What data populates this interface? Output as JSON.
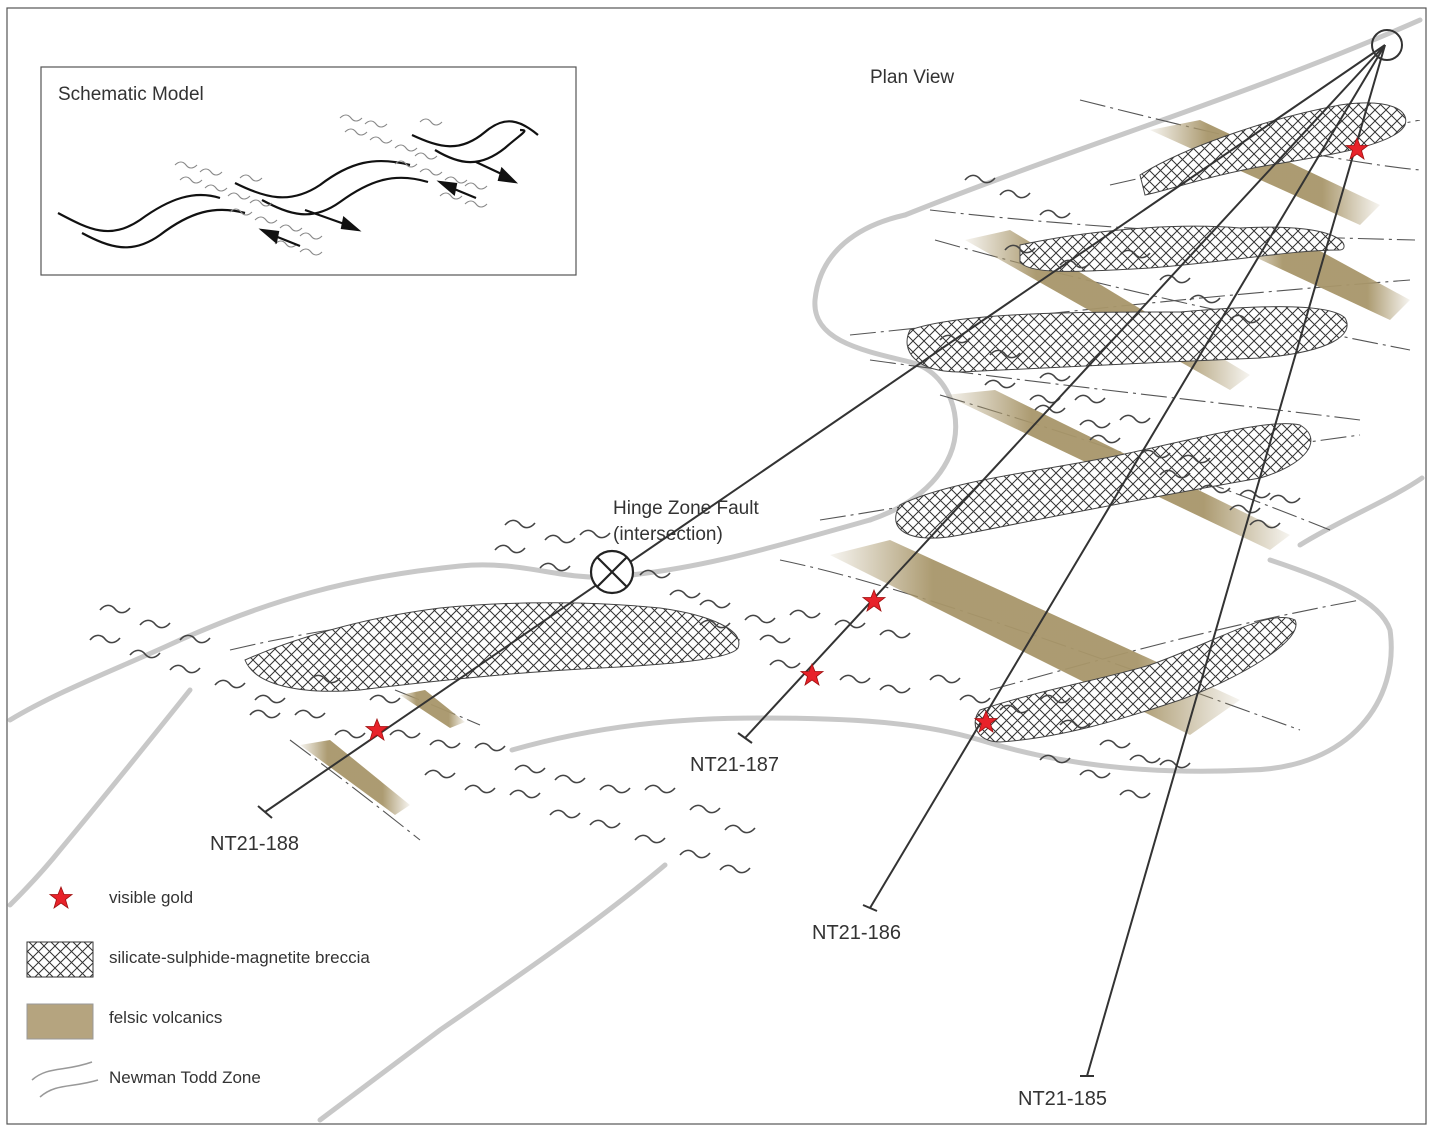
{
  "view_title": "Plan View",
  "inset_title": "Schematic Model",
  "hinge_label_line1": "Hinge Zone Fault",
  "hinge_label_line2": "(intersection)",
  "drill_holes": [
    {
      "id": "NT21-188",
      "label": "NT21-188"
    },
    {
      "id": "NT21-187",
      "label": "NT21-187"
    },
    {
      "id": "NT21-186",
      "label": "NT21-186"
    },
    {
      "id": "NT21-185",
      "label": "NT21-185"
    }
  ],
  "legend": [
    {
      "key": "visible-gold",
      "label": "visible gold",
      "color": "#e8222a"
    },
    {
      "key": "breccia",
      "label": "silicate-sulphide-magnetite breccia",
      "color": "#333333"
    },
    {
      "key": "felsic",
      "label": "felsic volcanics",
      "color": "#b5a47f"
    },
    {
      "key": "ntz",
      "label": "Newman Todd Zone",
      "color": "#999999"
    }
  ],
  "colors": {
    "outline": "#c8c8c8",
    "drill": "#333333",
    "felsic": "#a8966a",
    "gold": "#e8222a",
    "frame": "#555555"
  }
}
